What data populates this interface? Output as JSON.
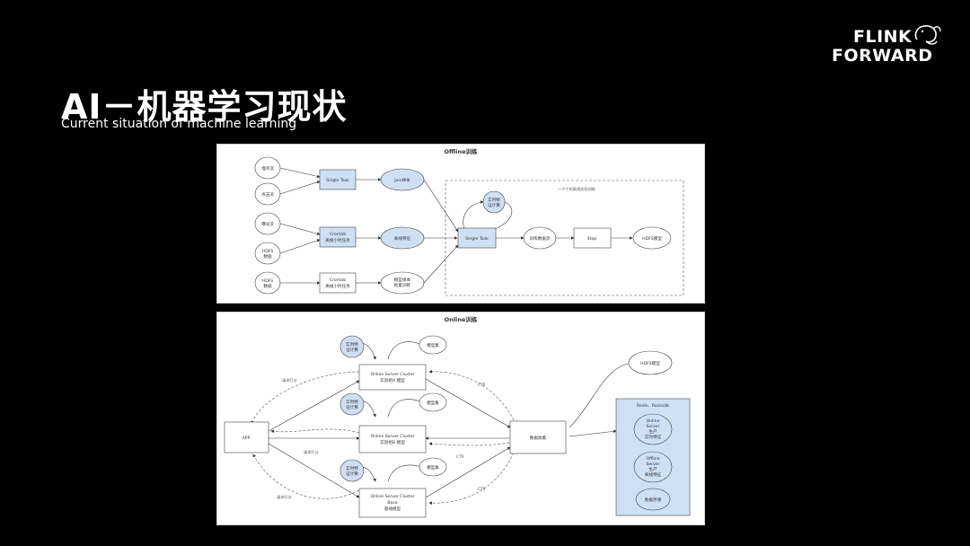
{
  "slide": {
    "title": "AI－机器学习现状",
    "subtitle": "Current situation of machine learning"
  },
  "logo": {
    "line1": "FLINK",
    "line2": "FORWARD"
  },
  "colors": {
    "background": "#000000",
    "node_highlight": "#cfe0f5",
    "node_stroke": "#4a4a4a",
    "panel": "#ffffff"
  },
  "offline": {
    "title": "Offline训练",
    "group_label": "一个个的离线实验训练",
    "n_src1": "埋点流",
    "n_src2": "点击流",
    "n_src3": "曝光流",
    "n_hdfs1_a": "HDFS",
    "n_hdfs1_b": "数据",
    "n_hdfs2_a": "HDFS",
    "n_hdfs2_b": "数据",
    "n_task1": "Single Task",
    "n_join": "Join样本",
    "n_cron1_a": "Crontab",
    "n_cron1_b": "离线小时任务",
    "n_feat": "离线特征",
    "n_cron2_a": "Crontab",
    "n_cron2_b": "离线小时任务",
    "n_sample_a": "模型样本",
    "n_sample_b": "批量训练",
    "n_task2": "Single Task",
    "n_rt_a": "实时特",
    "n_rt_b": "征计算",
    "n_train": "训练数据流",
    "n_stop": "Stop",
    "n_model": "HDFS模型"
  },
  "online": {
    "title": "Online训练",
    "n_app": "APP",
    "n_rt1_a": "实时特",
    "n_rt1_b": "征计算",
    "n_rt2_a": "实时特",
    "n_rt2_b": "征计算",
    "n_rt3_a": "实时特",
    "n_rt3_b": "征计算",
    "n_mdl1": "模型集",
    "n_mdl2": "模型集",
    "n_mdl3": "模型集",
    "n_cl1_a": "Online Server Cluster",
    "n_cl1_b": "实验组A 模型",
    "n_cl2_a": "Online Server Cluster",
    "n_cl2_b": "实验组B 模型",
    "n_cl3_a": "Online Server Cluster",
    "n_cl3_b": "Base",
    "n_cl3_c": "基线模型",
    "n_collect": "数据收集",
    "n_hdfs": "HDFS模型",
    "store_title": "Redis、Rocksdb",
    "n_s1_a": "Online",
    "n_s1_b": "Server",
    "n_s1_c": "生产",
    "n_s1_d": "实时特征",
    "n_s2_a": "Offline",
    "n_s2_b": "Server",
    "n_s2_c": "生产",
    "n_s2_d": "离线特征",
    "n_s3": "数据存储",
    "e_req1": "请求打分",
    "e_req2": "请求打分",
    "e_req3": "请求打分",
    "e_ctr1": "CTR",
    "e_ctr2": "CTR",
    "e_ctr3": "CTR"
  }
}
